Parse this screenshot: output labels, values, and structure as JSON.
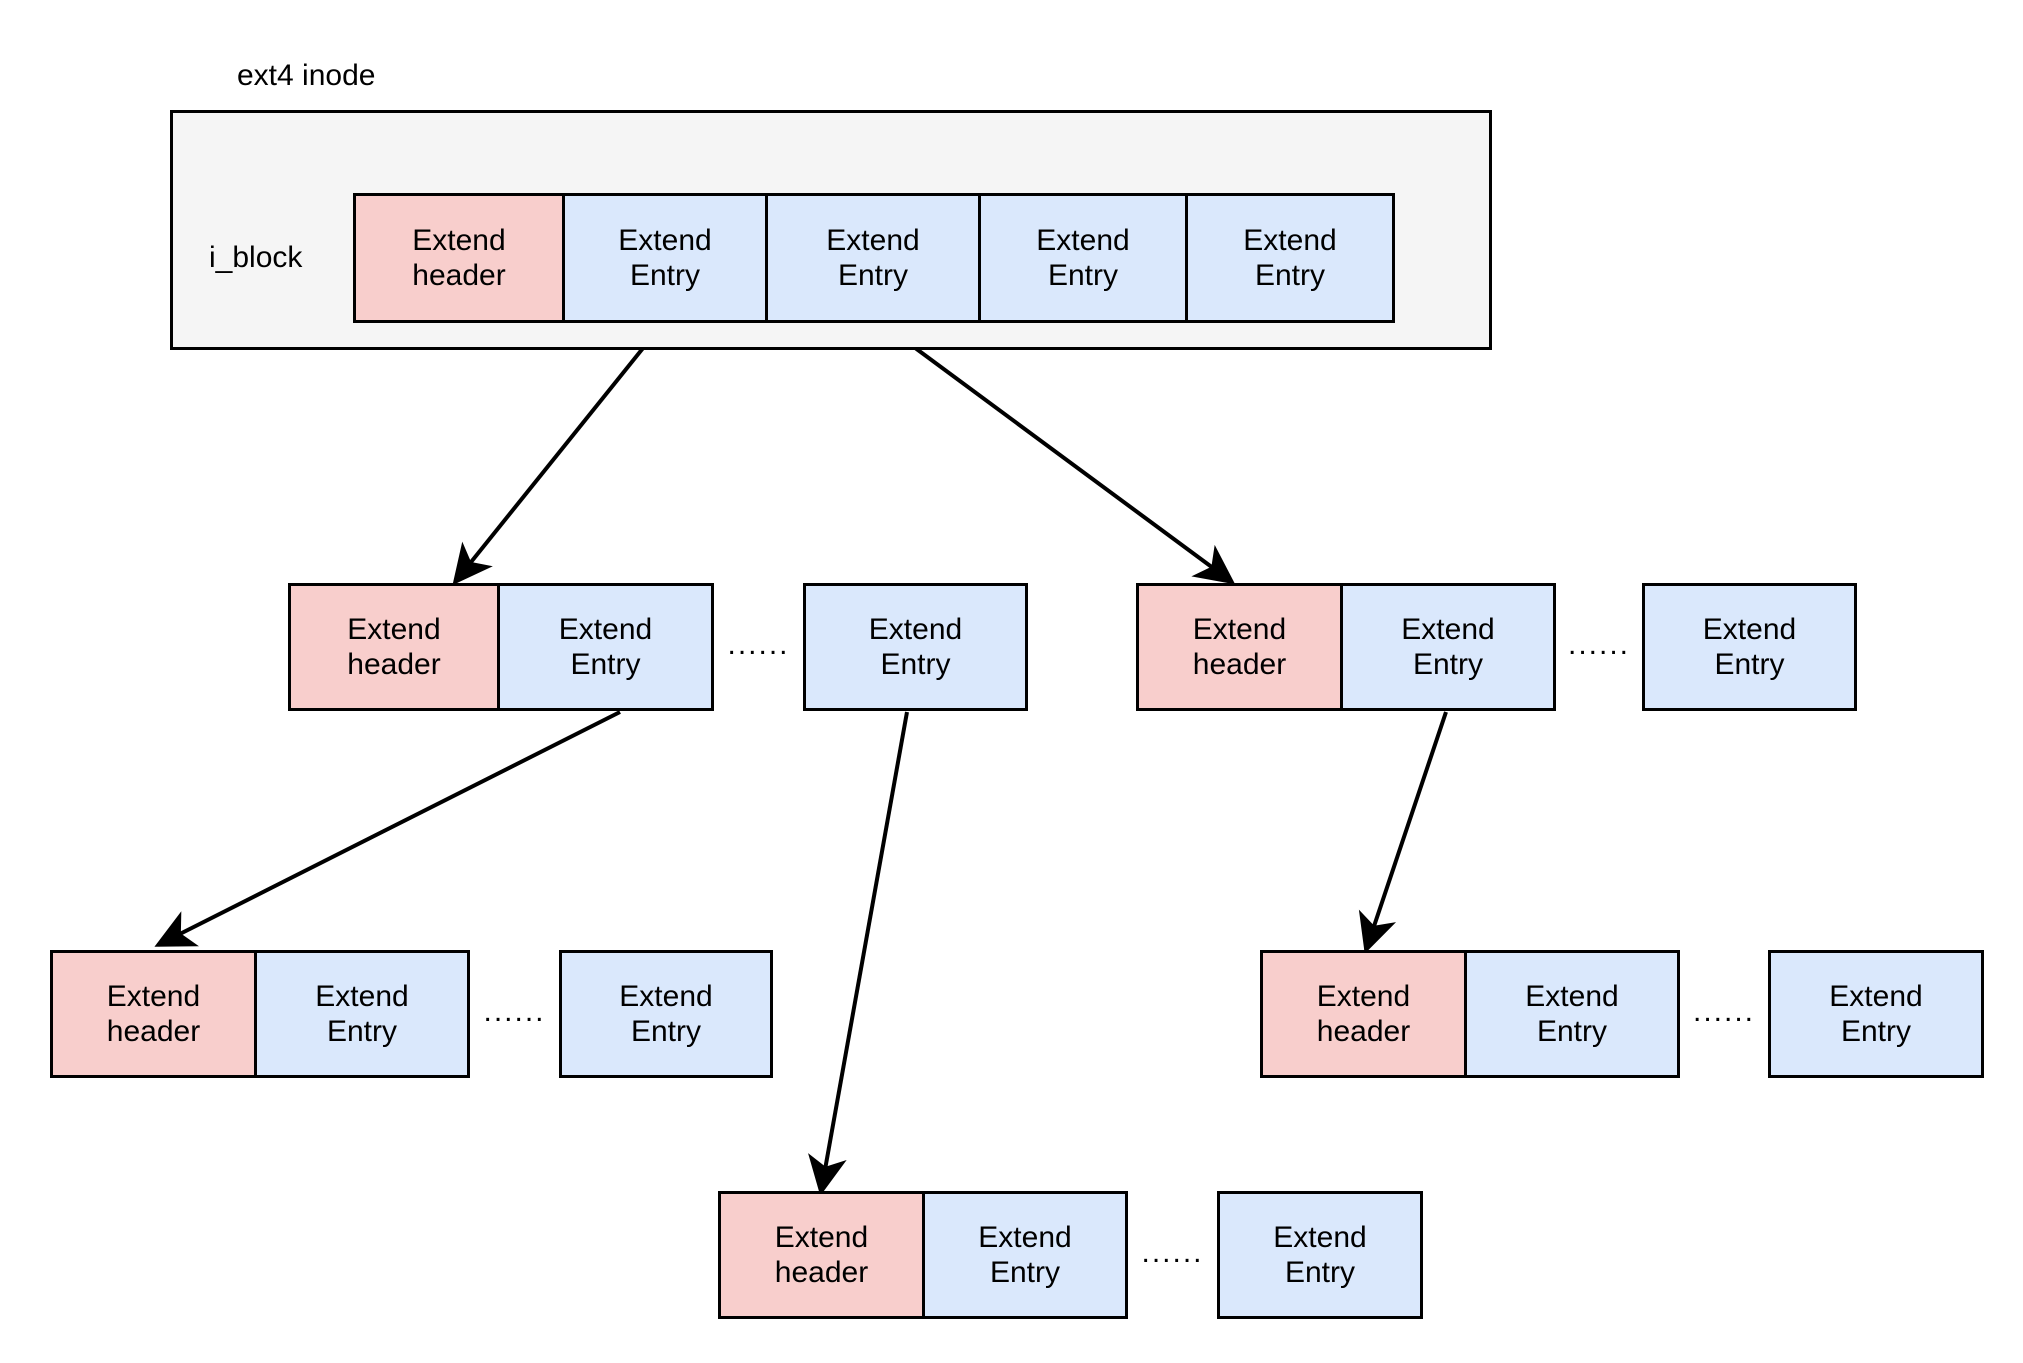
{
  "diagram": {
    "title_label": "ext4 inode",
    "i_block_label": "i_block",
    "ellipsis": "......",
    "colors": {
      "header_fill": "#f8cecc",
      "entry_fill": "#dae8fc",
      "inode_fill": "#f5f5f5",
      "stroke": "#000000",
      "background": "#ffffff"
    },
    "labels": {
      "extend_header": "Extend\nheader",
      "extend_entry": "Extend\nEntry"
    },
    "rows": [
      {
        "id": "inode-root-row",
        "cells": [
          {
            "kind": "header",
            "text": "Extend\nheader"
          },
          {
            "kind": "entry",
            "text": "Extend\nEntry"
          },
          {
            "kind": "entry",
            "text": "Extend\nEntry"
          },
          {
            "kind": "entry",
            "text": "Extend\nEntry"
          },
          {
            "kind": "entry",
            "text": "Extend\nEntry"
          }
        ]
      },
      {
        "id": "level2-node-left",
        "cells": [
          {
            "kind": "header",
            "text": "Extend\nheader"
          },
          {
            "kind": "entry",
            "text": "Extend\nEntry"
          },
          {
            "kind": "gap",
            "text": "......"
          },
          {
            "kind": "entry",
            "text": "Extend\nEntry"
          }
        ]
      },
      {
        "id": "level2-node-right",
        "cells": [
          {
            "kind": "header",
            "text": "Extend\nheader"
          },
          {
            "kind": "entry",
            "text": "Extend\nEntry"
          },
          {
            "kind": "gap",
            "text": "......"
          },
          {
            "kind": "entry",
            "text": "Extend\nEntry"
          }
        ]
      },
      {
        "id": "level3-node-left",
        "cells": [
          {
            "kind": "header",
            "text": "Extend\nheader"
          },
          {
            "kind": "entry",
            "text": "Extend\nEntry"
          },
          {
            "kind": "gap",
            "text": "......"
          },
          {
            "kind": "entry",
            "text": "Extend\nEntry"
          }
        ]
      },
      {
        "id": "level3-node-right",
        "cells": [
          {
            "kind": "header",
            "text": "Extend\nheader"
          },
          {
            "kind": "entry",
            "text": "Extend\nEntry"
          },
          {
            "kind": "gap",
            "text": "......"
          },
          {
            "kind": "entry",
            "text": "Extend\nEntry"
          }
        ]
      },
      {
        "id": "level4-node-center",
        "cells": [
          {
            "kind": "header",
            "text": "Extend\nheader"
          },
          {
            "kind": "entry",
            "text": "Extend\nEntry"
          },
          {
            "kind": "gap",
            "text": "......"
          },
          {
            "kind": "entry",
            "text": "Extend\nEntry"
          }
        ]
      }
    ]
  }
}
